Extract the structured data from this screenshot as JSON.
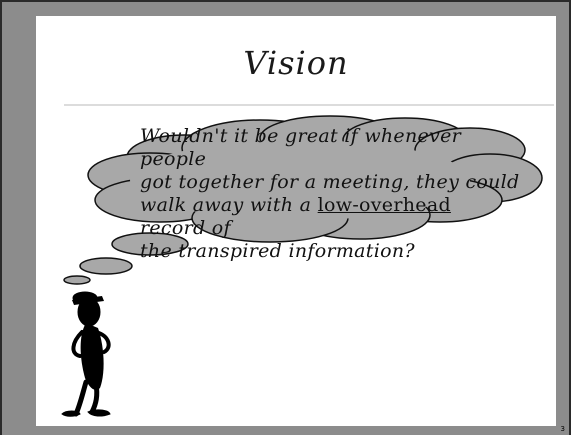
{
  "slide": {
    "title": "Vision",
    "thought": {
      "line1": "Wouldn't it be great if whenever people",
      "line2": "got together for a meeting, they could",
      "line3_start": "walk away with a ",
      "line3_emph": "low-overhead",
      "line3_end": " record of",
      "line4": "the transpired information?"
    },
    "page_number": "3"
  },
  "colors": {
    "frame_border": "#2a2a2a",
    "background_gray": "#8c8c8c",
    "cloud_fill": "#a8a8a8",
    "cloud_stroke": "#111111",
    "figure": "#000000"
  },
  "icons": {
    "thought_cloud": "thought-cloud-icon",
    "thinking_person": "thinking-person-icon"
  }
}
